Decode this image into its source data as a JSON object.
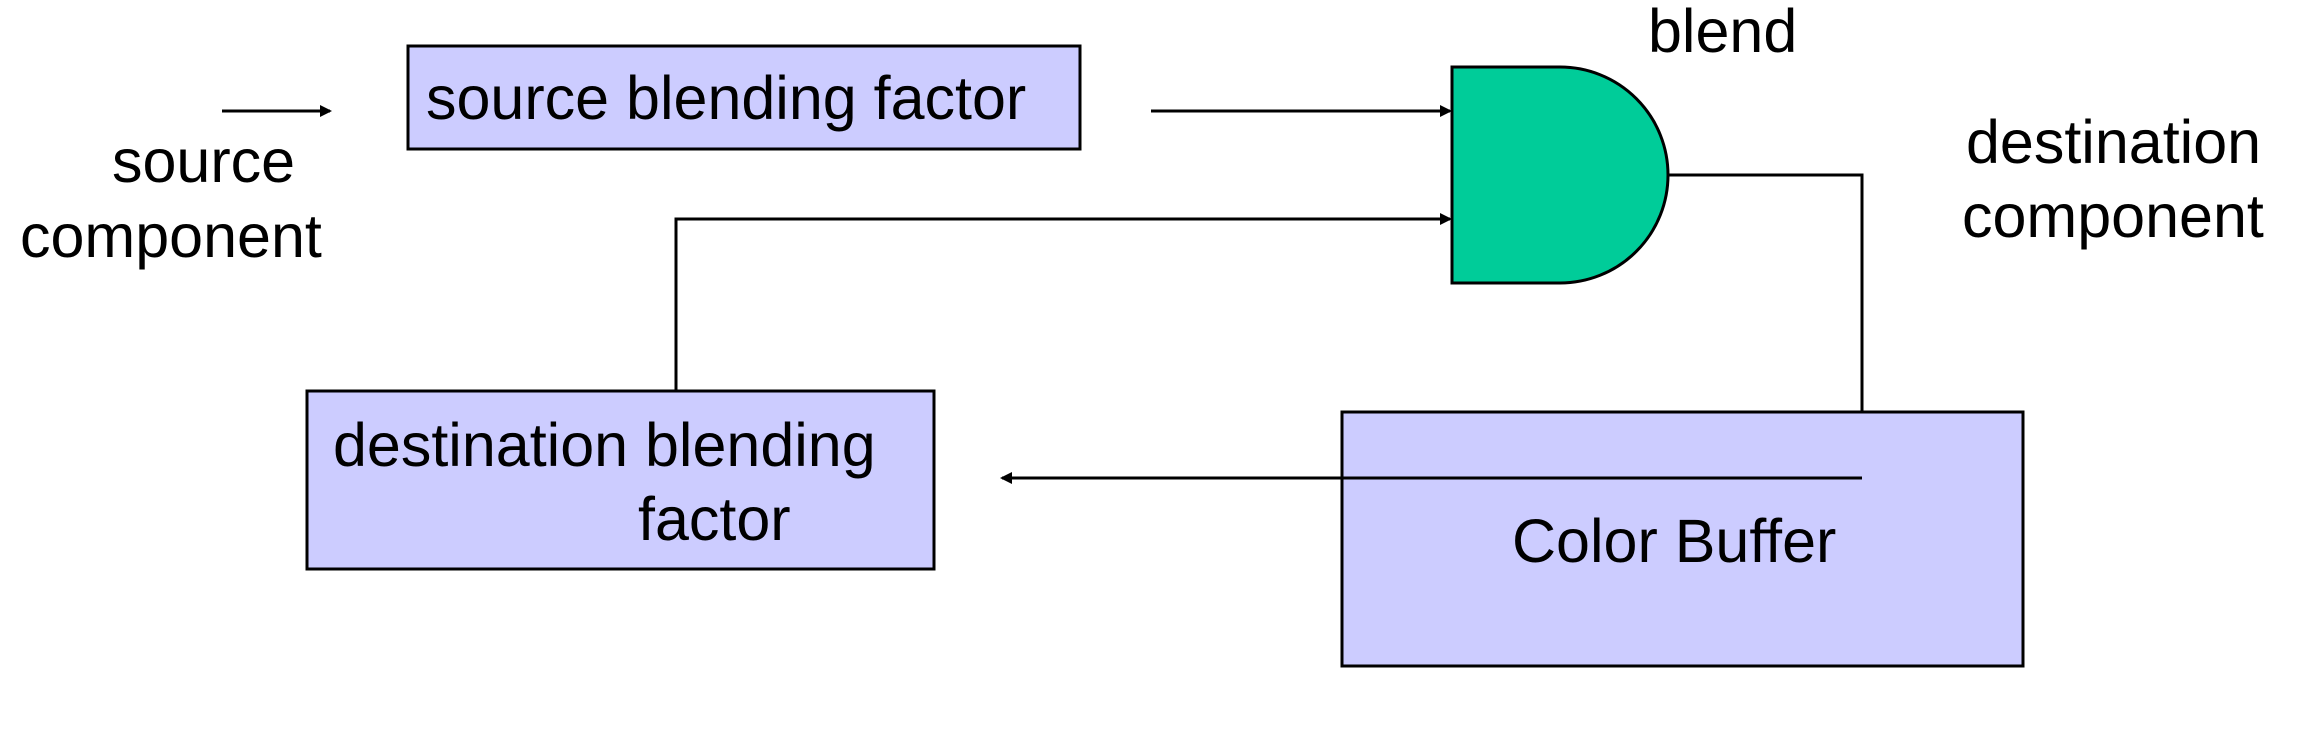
{
  "diagram": {
    "labels": {
      "source_component_line1": "source",
      "source_component_line2": "component",
      "source_factor": "source blending factor",
      "blend": "blend",
      "destination_component_line1": "destination",
      "destination_component_line2": "component",
      "destination_factor_line1": "destination blending",
      "destination_factor_line2": "factor",
      "color_buffer": "Color Buffer"
    },
    "colors": {
      "box_fill": "#ccccff",
      "gate_fill": "#00cc99",
      "stroke": "#000000"
    }
  }
}
